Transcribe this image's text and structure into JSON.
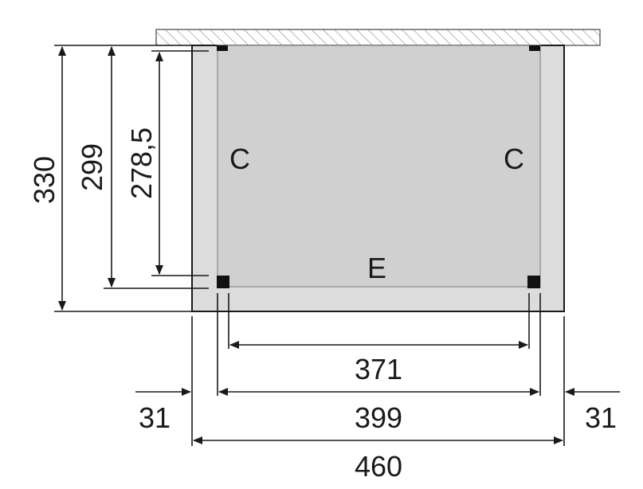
{
  "labels": {
    "side_left": "C",
    "side_right": "C",
    "front": "E"
  },
  "dimensions": {
    "height_total": "330",
    "height_posts": "299",
    "height_inner": "278,5",
    "width_inner": "371",
    "width_posts": "399",
    "overhang_left": "31",
    "overhang_right": "31",
    "width_total": "460"
  },
  "colors": {
    "roof_fill": "#dcdcdc",
    "inner_fill": "#d3d3d3",
    "line": "#1a1a1a",
    "wall_hatch": "#7a7a7a",
    "post": "#111111"
  }
}
